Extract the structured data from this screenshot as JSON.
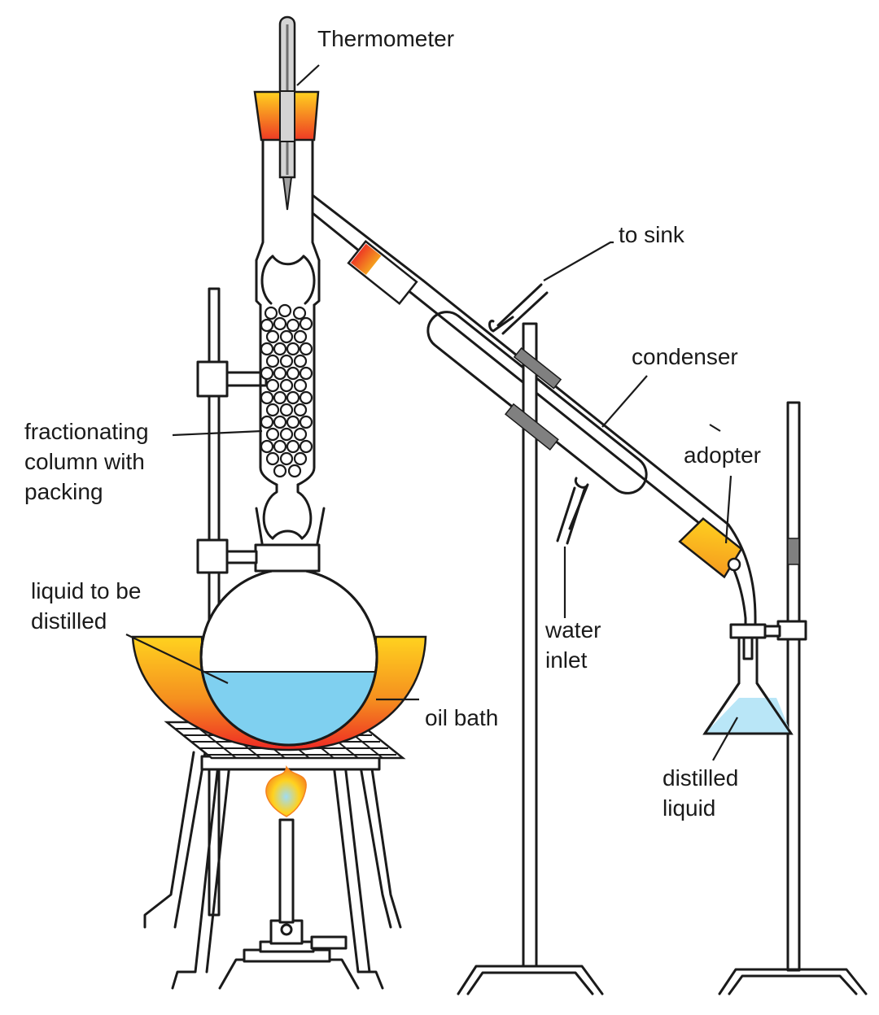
{
  "labels": {
    "thermometer": "Thermometer",
    "to_sink": "to sink",
    "condenser": "condenser",
    "fractionating_column": [
      "fractionating",
      "column with",
      "packing"
    ],
    "adopter": "adopter",
    "liquid_to_be_distilled": [
      "liquid to be",
      "distilled"
    ],
    "water_inlet": [
      "water",
      "inlet"
    ],
    "oil_bath": "oil bath",
    "distilled_liquid": [
      "distilled",
      "liquid"
    ]
  },
  "colors": {
    "stroke": "#1a1a1a",
    "liquid": "#7fd0f0",
    "distillate": "#b9e6f7",
    "stopper_top": "#ffd21f",
    "stopper_bottom": "#ee3a24",
    "oil_bath_top": "#ffd21f",
    "oil_bath_bottom": "#ee2a24",
    "clamp_grey": "#808080"
  }
}
